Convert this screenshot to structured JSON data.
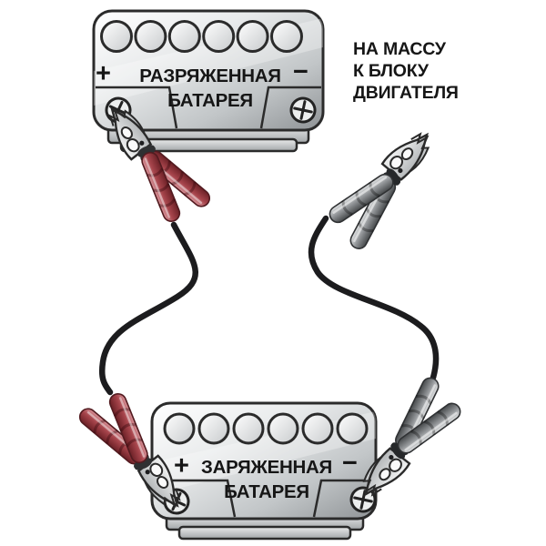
{
  "annotation": {
    "line1": "НА МАССУ",
    "line2": "К БЛОКУ",
    "line3": "ДВИГАТЕЛЯ"
  },
  "top_battery": {
    "title_line1": "РАЗРЯЖЕННАЯ",
    "title_line2": "БАТАРЕЯ",
    "plus": "+",
    "minus": "−"
  },
  "bottom_battery": {
    "title_line1": "ЗАРЯЖЕННАЯ",
    "title_line2": "БАТАРЕЯ",
    "plus": "+",
    "minus": "−"
  },
  "icons": {
    "battery_terminal": "crossed-circle",
    "battery_cell_cap": "circle",
    "clamp": "crocodile-clip"
  },
  "colors": {
    "cable": "#1c1c1e",
    "positive_clamp_handle": "#a6444b",
    "negative_clamp_handle": "#8b8e90",
    "battery_outline": "#2b2b2b",
    "battery_metal_light": "#ffffff",
    "battery_metal_dark": "#8f9396",
    "text": "#161616",
    "background": "#ffffff"
  }
}
